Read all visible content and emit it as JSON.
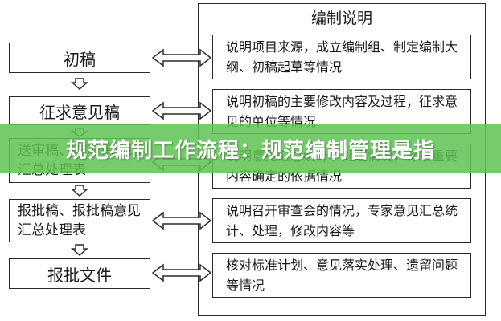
{
  "panel": {
    "title": "编制说明"
  },
  "stages": [
    {
      "label": "初稿"
    },
    {
      "label": "征求意见稿"
    },
    {
      "label": "送审稿、送审稿意见汇总处理表"
    },
    {
      "label": "报批稿、报批稿意见汇总处理表"
    },
    {
      "label": "报批文件"
    }
  ],
  "descriptions": [
    {
      "text": "说明项目来源，成立编制组、制定编制大纲、初稿起草等情况"
    },
    {
      "text": "说明初稿的主要修改内容及过程，征求意见的单位等情况"
    },
    {
      "text": "说明意见汇总统计、处理情况，标准重要内容确定的依据情况"
    },
    {
      "text": "说明召开审查会的情况，专家意见汇总统计、处理，修改内容等"
    },
    {
      "text": "核对标准计划、意见落实处理、遗留问题等情况"
    }
  ],
  "banner": {
    "text": "规范编制工作流程：规范编制管理是指"
  },
  "colors": {
    "banner": "#60c454",
    "line": "#2b2b2b",
    "arrow_fill": "#ffffff"
  }
}
